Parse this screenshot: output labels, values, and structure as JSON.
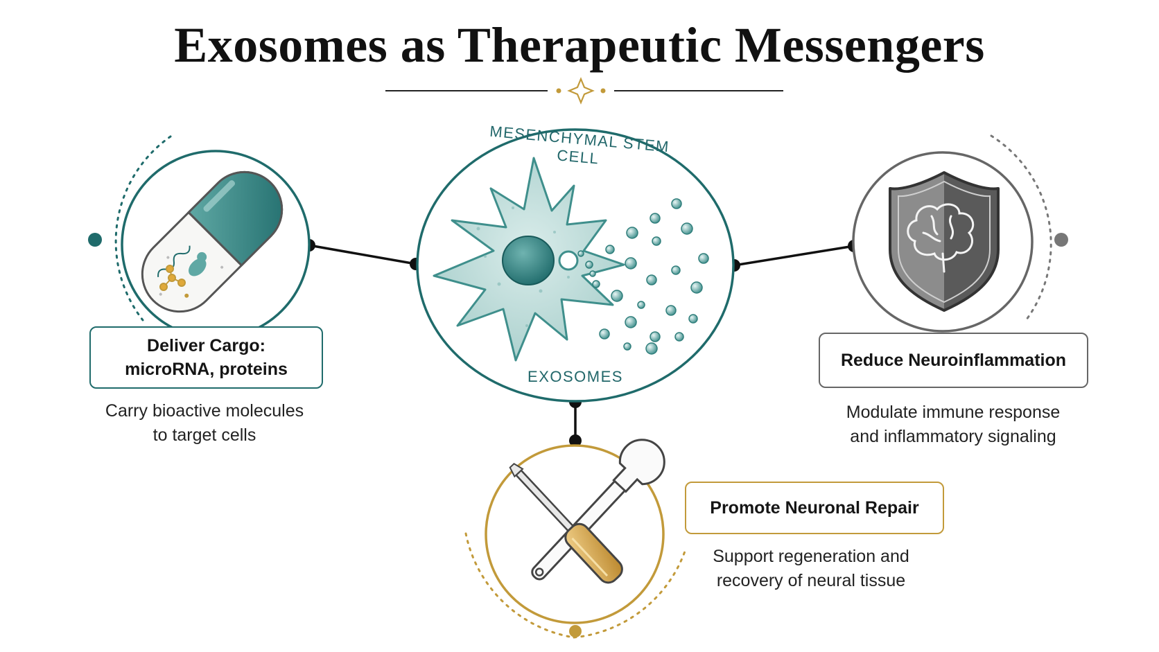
{
  "title": "Exosomes as Therapeutic Messengers",
  "center": {
    "cell_label": "MESENCHYMAL STEM CELL",
    "exosomes_label": "EXOSOMES"
  },
  "benefits": [
    {
      "id": "deliver-cargo",
      "title_line1": "Deliver Cargo:",
      "title_line2": "microRNA, proteins",
      "desc_line1": "Carry bioactive molecules",
      "desc_line2": "to target cells",
      "icon": "capsule-icon",
      "accent": "#1f6b6b"
    },
    {
      "id": "reduce-neuroinflammation",
      "title_line1": "Reduce Neuroinflammation",
      "desc_line1": "Modulate immune response",
      "desc_line2": "and inflammatory signaling",
      "icon": "brain-shield-icon",
      "accent": "#666666"
    },
    {
      "id": "promote-neuronal-repair",
      "title_line1": "Promote Neuronal Repair",
      "desc_line1": "Support regeneration and",
      "desc_line2": "recovery of neural tissue",
      "icon": "wrench-screwdriver-icon",
      "accent": "#c29a3a"
    }
  ],
  "colors": {
    "teal": "#1f6b6b",
    "gold": "#c29a3a",
    "gray": "#666666",
    "ink": "#111111"
  }
}
